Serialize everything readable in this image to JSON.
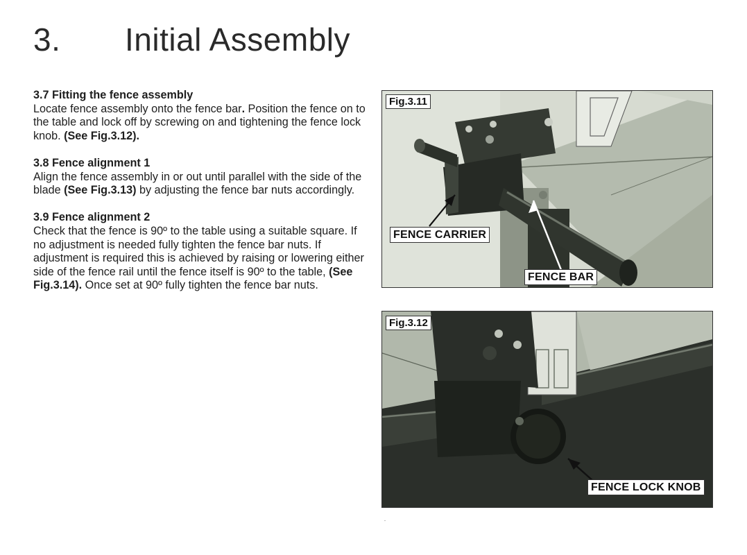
{
  "header": {
    "number": "3.",
    "title": "Initial Assembly"
  },
  "sections": [
    {
      "heading": "3.7 Fitting the fence assembly",
      "body": [
        {
          "t": "Locate fence assembly onto the fence bar",
          "b": false
        },
        {
          "t": ".",
          "b": true
        },
        {
          "t": " Position the fence on to the table and lock off  by screwing on and tightening the fence lock knob. ",
          "b": false
        },
        {
          "t": "(See Fig.3.12).",
          "b": true
        }
      ]
    },
    {
      "heading": "3.8 Fence alignment 1",
      "body": [
        {
          "t": "Align the fence assembly in or out until parallel with the side of the blade ",
          "b": false
        },
        {
          "t": "(See Fig.3.13)",
          "b": true
        },
        {
          "t": " by adjusting the fence bar nuts accordingly.",
          "b": false
        }
      ]
    },
    {
      "heading": "3.9 Fence alignment 2",
      "body": [
        {
          "t": "Check that the fence is 90º to the table using a suitable square. If no adjustment is needed fully tighten the fence bar nuts. If adjustment is required this is achieved by raising or lowering either side of the fence rail until the fence itself is 90º to the table, ",
          "b": false
        },
        {
          "t": "(See Fig.3.14).",
          "b": true
        },
        {
          "t": " Once set at 90º fully tighten the fence bar nuts.",
          "b": false
        }
      ]
    }
  ],
  "figures": {
    "fig311": {
      "label": "Fig.3.11",
      "callouts": {
        "carrier": "FENCE CARRIER",
        "bar": "FENCE BAR"
      }
    },
    "fig312": {
      "label": "Fig.3.12",
      "callouts": {
        "knob": "FENCE LOCK KNOB"
      }
    }
  }
}
